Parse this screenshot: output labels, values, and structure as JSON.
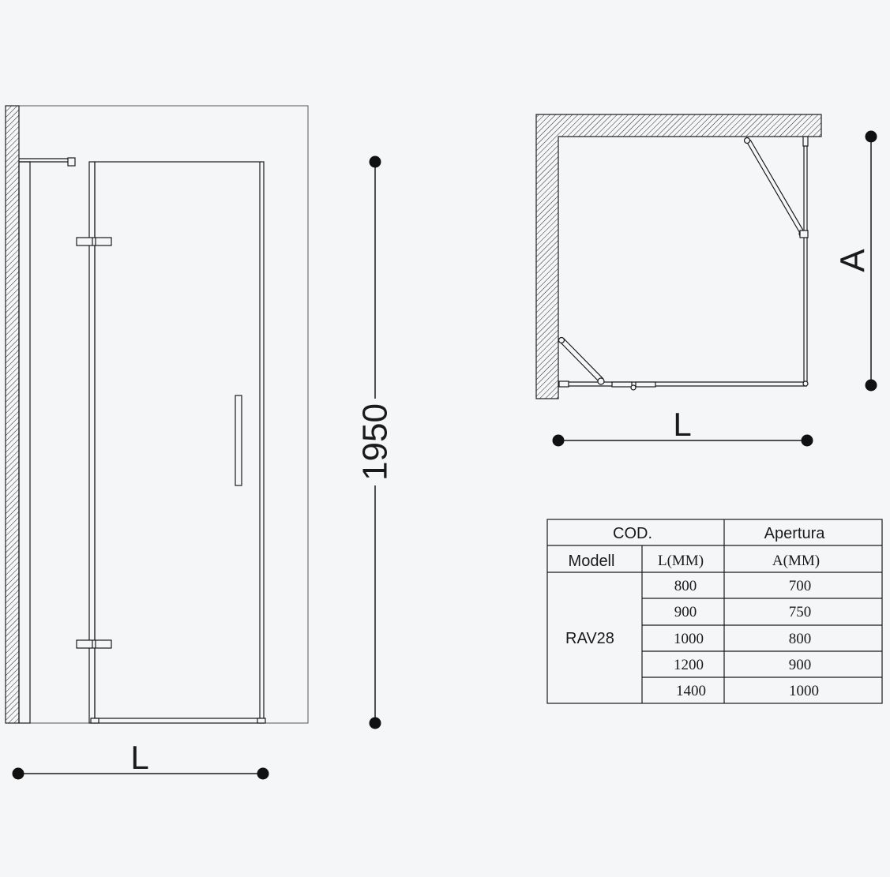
{
  "front_view": {
    "height_label": "1950",
    "width_label": "L"
  },
  "plan_view": {
    "width_label": "L",
    "depth_label": "A"
  },
  "table": {
    "header": {
      "cod": "COD.",
      "apertura": "Apertura",
      "modell": "Modell",
      "l_mm": "L(MM)",
      "a_mm": "A(MM)"
    },
    "model": "RAV28",
    "rows": [
      {
        "l": "800",
        "a": "700"
      },
      {
        "l": "900",
        "a": "750"
      },
      {
        "l": "1000",
        "a": "800"
      },
      {
        "l": "1200",
        "a": "900"
      },
      {
        "l": "1400",
        "a": "1000"
      }
    ]
  },
  "colors": {
    "line": "#1a1a1a",
    "background": "#f5f6f8"
  }
}
